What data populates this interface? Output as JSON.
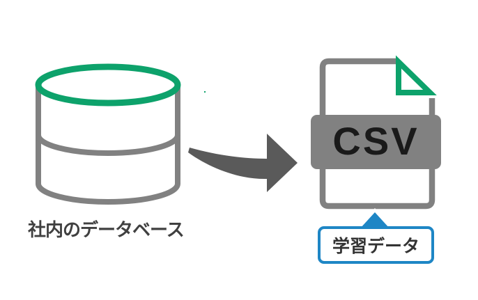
{
  "diagram": {
    "title": "database-to-csv-export-diagram",
    "database": {
      "icon": "database-cylinder-icon",
      "label": "社内のデータベース"
    },
    "arrow": {
      "icon": "flow-arrow-right-icon"
    },
    "file": {
      "icon": "csv-file-icon",
      "format_label": "CSV"
    },
    "callout": {
      "icon": "speech-bubble-pointer-up",
      "label": "学習データ"
    }
  },
  "colors": {
    "green": "#0da26b",
    "gray": "#818181",
    "arrow_gray": "#5a5a5a",
    "label_gray": "#404040",
    "csv_text": "#1a1a1a",
    "blue": "#1e86c5",
    "callout_text": "#333333",
    "white": "#ffffff",
    "background": "#ffffff"
  }
}
